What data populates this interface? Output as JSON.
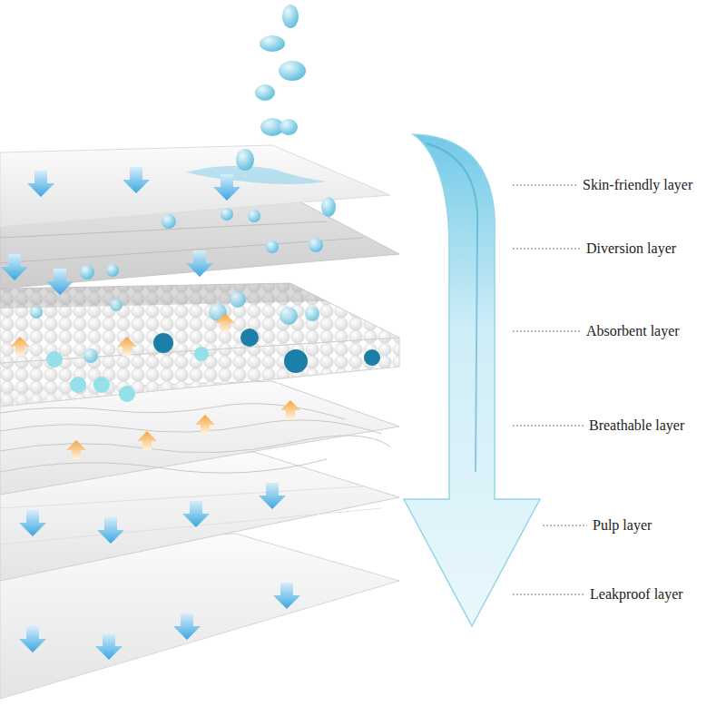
{
  "diagram": {
    "labels": [
      "Skin-friendly layer",
      "Diversion layer",
      "Absorbent layer",
      "Breathable layer",
      "Pulp layer",
      "Leakproof layer"
    ]
  }
}
